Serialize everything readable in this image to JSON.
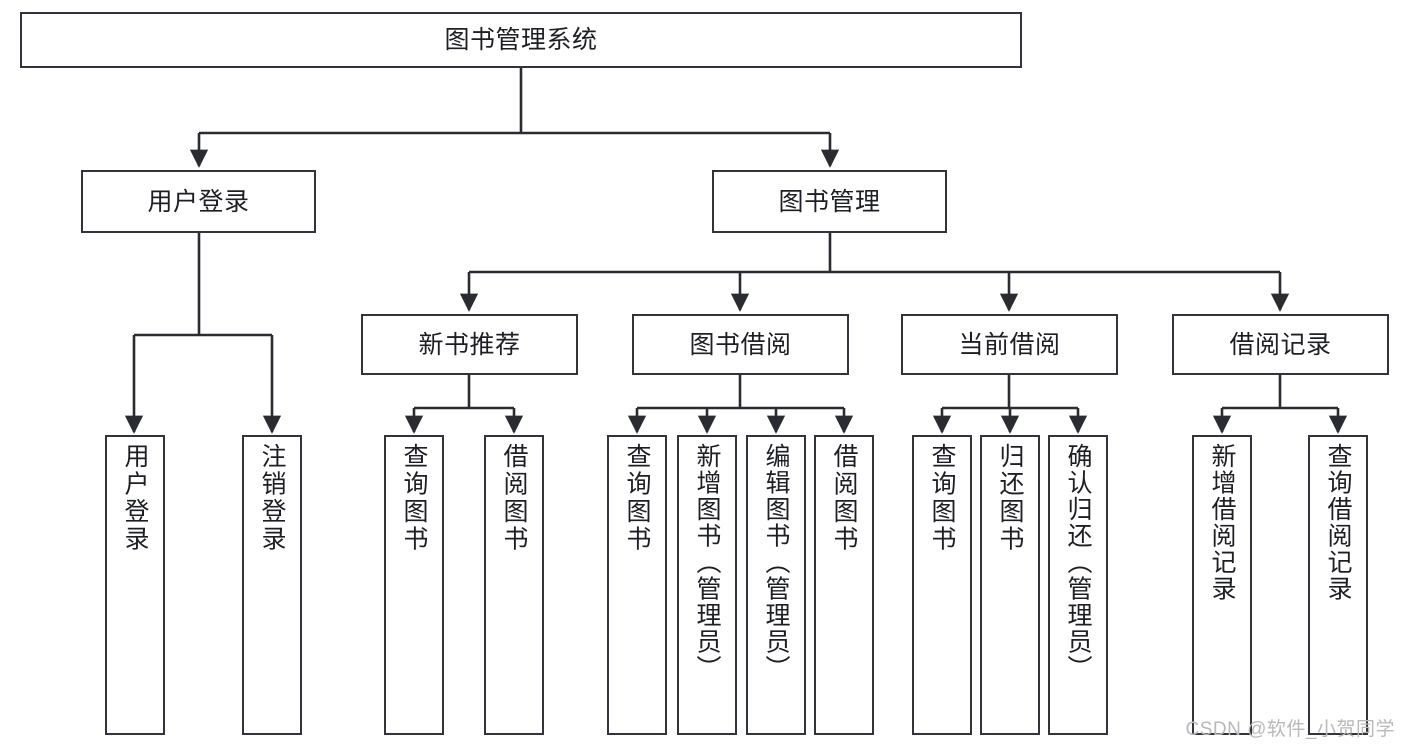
{
  "diagram": {
    "title": "图书管理系统",
    "type": "tree-hierarchy",
    "watermark": "CSDN @软件_小贺同学",
    "colors": {
      "box_border": "#31343a",
      "box_fill": "#ffffff",
      "edge": "#2a2c31",
      "text": "#1d1f24",
      "watermark": "#b9b9b9",
      "background": "#ffffff"
    },
    "root": {
      "id": "root",
      "label": "图书管理系统"
    },
    "level2": [
      {
        "id": "user-login",
        "label": "用户登录"
      },
      {
        "id": "book-manage",
        "label": "图书管理"
      }
    ],
    "level3": [
      {
        "id": "new-book-recommend",
        "label": "新书推荐",
        "parent": "book-manage"
      },
      {
        "id": "book-borrow",
        "label": "图书借阅",
        "parent": "book-manage"
      },
      {
        "id": "current-borrow",
        "label": "当前借阅",
        "parent": "book-manage"
      },
      {
        "id": "borrow-record",
        "label": "借阅记录",
        "parent": "book-manage"
      }
    ],
    "leaves": {
      "user-login": [
        {
          "id": "leaf-user-login",
          "label": "用户登录"
        },
        {
          "id": "leaf-logout",
          "label": "注销登录"
        }
      ],
      "new-book-recommend": [
        {
          "id": "leaf-query-book-1",
          "label": "查询图书"
        },
        {
          "id": "leaf-borrow-book-1",
          "label": "借阅图书"
        }
      ],
      "book-borrow": [
        {
          "id": "leaf-query-book-2",
          "label": "查询图书"
        },
        {
          "id": "leaf-add-book",
          "label": "新增图书（管理员）"
        },
        {
          "id": "leaf-edit-book",
          "label": "编辑图书（管理员）"
        },
        {
          "id": "leaf-borrow-book-2",
          "label": "借阅图书"
        }
      ],
      "current-borrow": [
        {
          "id": "leaf-query-book-3",
          "label": "查询图书"
        },
        {
          "id": "leaf-return-book",
          "label": "归还图书"
        },
        {
          "id": "leaf-confirm-return",
          "label": "确认归还（管理员）"
        }
      ],
      "borrow-record": [
        {
          "id": "leaf-add-record",
          "label": "新增借阅记录"
        },
        {
          "id": "leaf-query-record",
          "label": "查询借阅记录"
        }
      ]
    }
  }
}
